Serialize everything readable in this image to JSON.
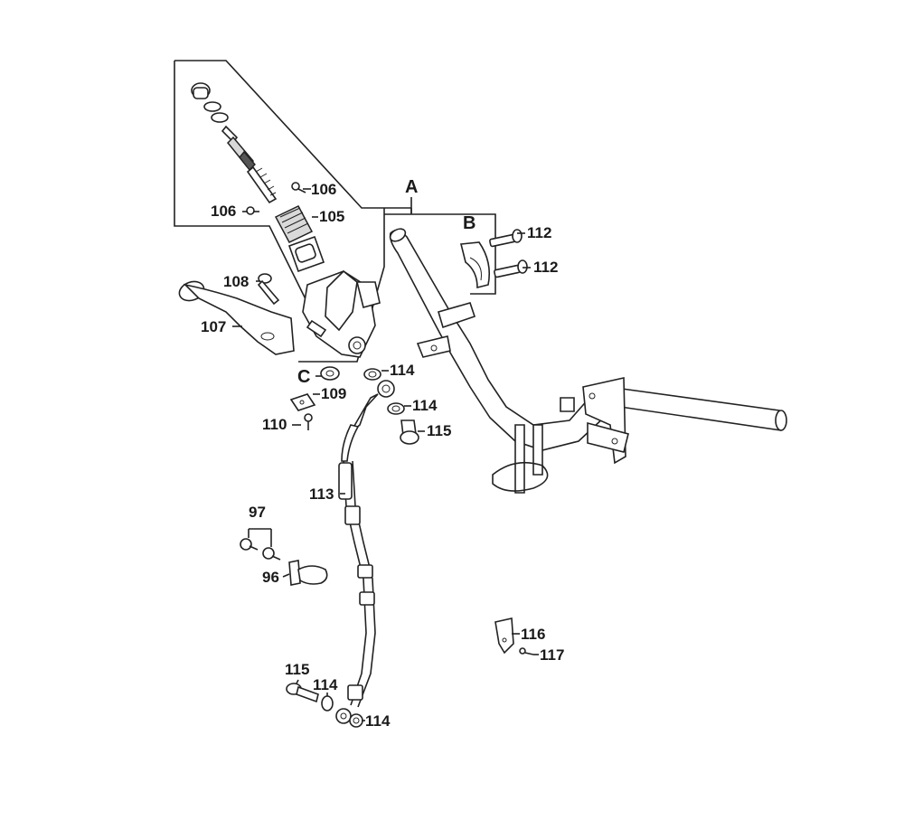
{
  "labels": {
    "A": "A",
    "B": "B",
    "C": "C",
    "p97": "97",
    "p96": "96",
    "p105": "105",
    "p106a": "106",
    "p106b": "106",
    "p107": "107",
    "p108": "108",
    "p109": "109",
    "p110": "110",
    "p112a": "112",
    "p112b": "112",
    "p113": "113",
    "p114a": "114",
    "p114b": "114",
    "p114c": "114",
    "p114d": "114",
    "p115a": "115",
    "p115b": "115",
    "p116": "116",
    "p117": "117"
  }
}
